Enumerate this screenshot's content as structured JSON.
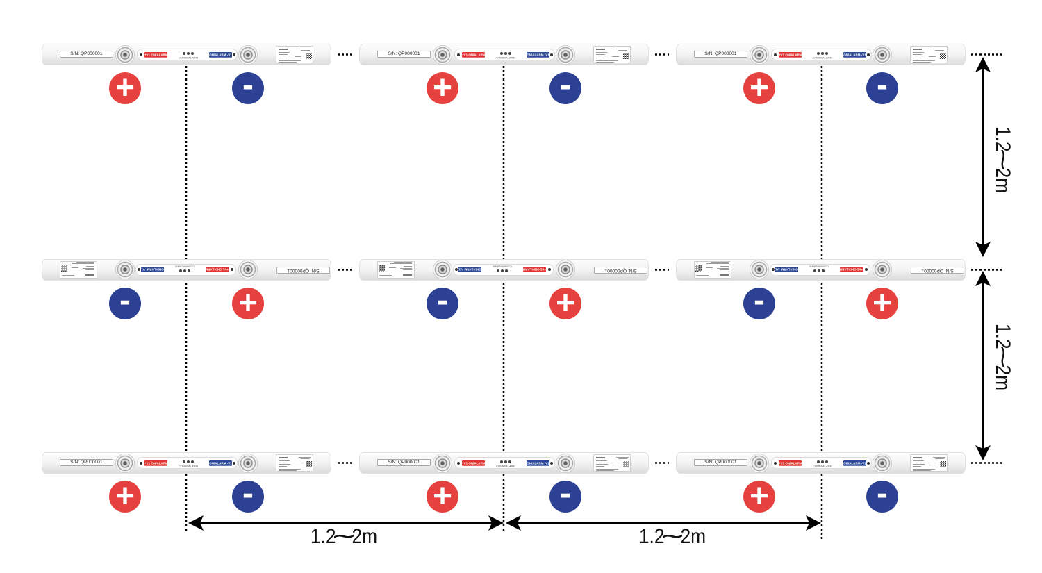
{
  "bar": {
    "serial": "S/N: QP000001",
    "positive_badge": "+V1 ON/ALARM",
    "comm_label": "COMM/ALARM",
    "negative_badge": "ON/ALARM -V1"
  },
  "rows": [
    {
      "flipped": false,
      "bars": [
        {
          "terminals": [
            "+",
            "-"
          ]
        },
        {
          "terminals": [
            "+",
            "-"
          ]
        },
        {
          "terminals": [
            "+",
            "-"
          ]
        }
      ]
    },
    {
      "flipped": true,
      "bars": [
        {
          "terminals": [
            "-",
            "+"
          ]
        },
        {
          "terminals": [
            "-",
            "+"
          ]
        },
        {
          "terminals": [
            "-",
            "+"
          ]
        }
      ]
    },
    {
      "flipped": false,
      "bars": [
        {
          "terminals": [
            "+",
            "-"
          ]
        },
        {
          "terminals": [
            "+",
            "-"
          ]
        },
        {
          "terminals": [
            "+",
            "-"
          ]
        }
      ]
    }
  ],
  "dimensions": {
    "horizontal": [
      "1.2～2m",
      "1.2～2m"
    ],
    "vertical": [
      "1.2～2m",
      "1.2～2m"
    ]
  },
  "colors": {
    "positive": "#e5423f",
    "negative": "#2c4094",
    "positive_badge": "#e2342f",
    "negative_badge": "#2d4a9a",
    "line": "#000000"
  }
}
